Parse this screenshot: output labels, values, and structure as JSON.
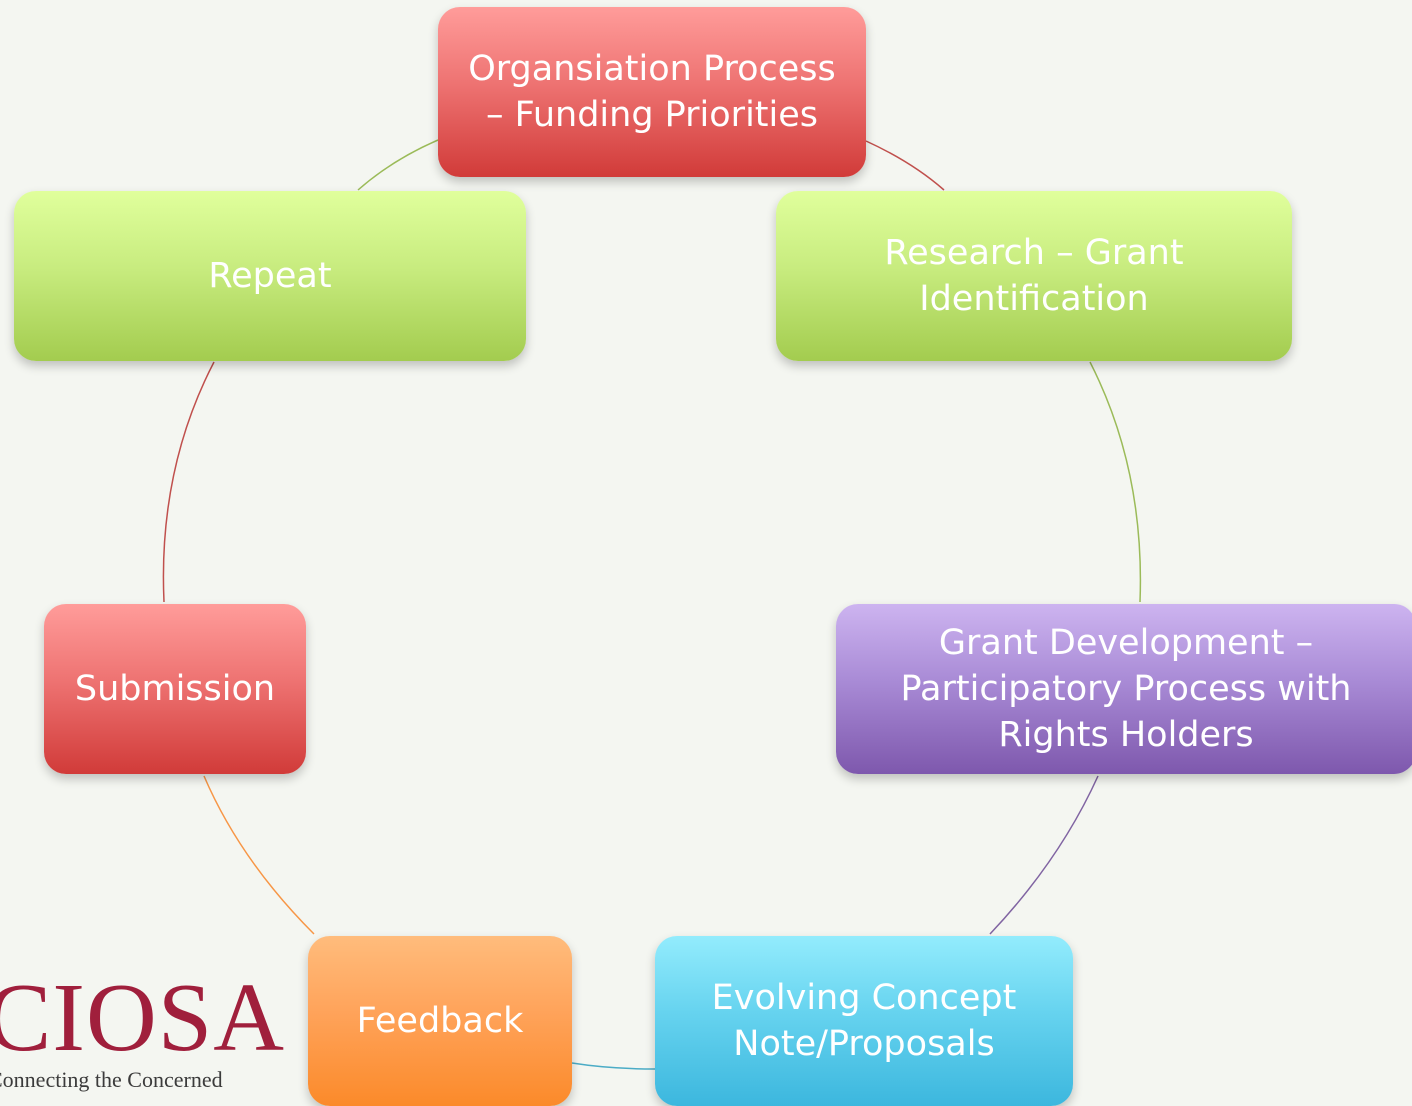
{
  "diagram": {
    "nodes": [
      {
        "id": "org",
        "text": "Organsiation Process – Funding Priorities",
        "color": "red"
      },
      {
        "id": "research",
        "text": "Research – Grant Identification",
        "color": "green"
      },
      {
        "id": "grant",
        "text": "Grant Development – Participatory Process with Rights Holders",
        "color": "purple"
      },
      {
        "id": "evolve",
        "text": "Evolving Concept Note/Proposals",
        "color": "cyan"
      },
      {
        "id": "feedback",
        "text": "Feedback",
        "color": "orange"
      },
      {
        "id": "submission",
        "text": "Submission",
        "color": "red"
      },
      {
        "id": "repeat",
        "text": "Repeat",
        "color": "green"
      }
    ],
    "connectors": [
      {
        "from": "org",
        "to": "research",
        "color": "#c0504d"
      },
      {
        "from": "research",
        "to": "grant",
        "color": "#9bbb59"
      },
      {
        "from": "grant",
        "to": "evolve",
        "color": "#8064a2"
      },
      {
        "from": "evolve",
        "to": "feedback",
        "color": "#4bacc6"
      },
      {
        "from": "feedback",
        "to": "submission",
        "color": "#f79646"
      },
      {
        "from": "submission",
        "to": "repeat",
        "color": "#c0504d"
      },
      {
        "from": "repeat",
        "to": "org",
        "color": "#9bbb59"
      }
    ]
  },
  "logo": {
    "word": "CIOSA",
    "tagline": "Connecting the Concerned"
  }
}
